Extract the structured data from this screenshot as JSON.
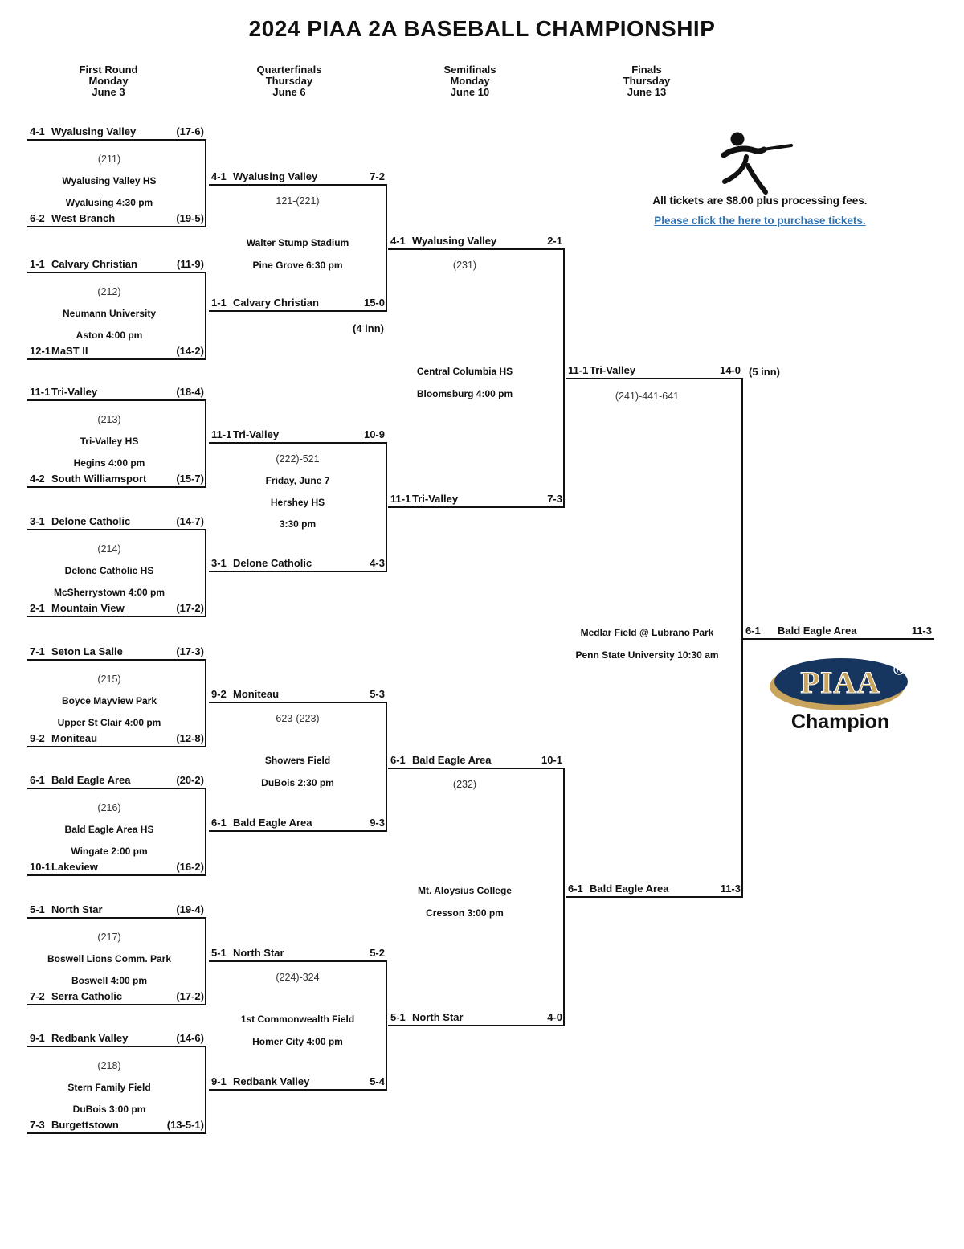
{
  "title": "2024 PIAA 2A BASEBALL CHAMPIONSHIP",
  "rounds": [
    {
      "label": "First Round",
      "day": "Monday",
      "date": "June 3"
    },
    {
      "label": "Quarterfinals",
      "day": "Thursday",
      "date": "June 6"
    },
    {
      "label": "Semifinals",
      "day": "Monday",
      "date": "June 10"
    },
    {
      "label": "Finals",
      "day": "Thursday",
      "date": "June 13"
    }
  ],
  "tickets": {
    "icon": "baseball-batter-icon",
    "info": "All tickets are $8.00 plus processing fees.",
    "link": "Please click the here to purchase tickets.",
    "link_color": "#2E74B5"
  },
  "first_round": {
    "g211": {
      "label": "(211)",
      "venue": "Wyalusing Valley HS",
      "when": "Wyalusing 4:30 pm",
      "top": {
        "seed": "4-1",
        "name": "Wyalusing Valley",
        "record": "(17-6)"
      },
      "bottom": {
        "seed": "6-2",
        "name": "West Branch",
        "record": "(19-5)"
      }
    },
    "g212": {
      "label": "(212)",
      "venue": "Neumann University",
      "when": "Aston 4:00 pm",
      "top": {
        "seed": "1-1",
        "name": "Calvary Christian",
        "record": "(11-9)"
      },
      "bottom": {
        "seed": "12-1",
        "name": "MaST II",
        "record": "(14-2)"
      }
    },
    "g213": {
      "label": "(213)",
      "venue": "Tri-Valley HS",
      "when": "Hegins 4:00 pm",
      "top": {
        "seed": "11-1",
        "name": "Tri-Valley",
        "record": "(18-4)"
      },
      "bottom": {
        "seed": "4-2",
        "name": "South Williamsport",
        "record": "(15-7)"
      }
    },
    "g214": {
      "label": "(214)",
      "venue": "Delone Catholic HS",
      "when": "McSherrystown 4:00 pm",
      "top": {
        "seed": "3-1",
        "name": "Delone Catholic",
        "record": "(14-7)"
      },
      "bottom": {
        "seed": "2-1",
        "name": "Mountain View",
        "record": "(17-2)"
      }
    },
    "g215": {
      "label": "(215)",
      "venue": "Boyce Mayview Park",
      "when": "Upper St Clair 4:00 pm",
      "top": {
        "seed": "7-1",
        "name": "Seton La Salle",
        "record": "(17-3)"
      },
      "bottom": {
        "seed": "9-2",
        "name": "Moniteau",
        "record": "(12-8)"
      }
    },
    "g216": {
      "label": "(216)",
      "venue": "Bald Eagle Area HS",
      "when": "Wingate 2:00 pm",
      "top": {
        "seed": "6-1",
        "name": "Bald Eagle Area",
        "record": "(20-2)"
      },
      "bottom": {
        "seed": "10-1",
        "name": "Lakeview",
        "record": "(16-2)"
      }
    },
    "g217": {
      "label": "(217)",
      "venue": "Boswell Lions Comm. Park",
      "when": "Boswell 4:00 pm",
      "top": {
        "seed": "5-1",
        "name": "North Star",
        "record": "(19-4)"
      },
      "bottom": {
        "seed": "7-2",
        "name": "Serra Catholic",
        "record": "(17-2)"
      }
    },
    "g218": {
      "label": "(218)",
      "venue": "Stern Family Field",
      "when": "DuBois  3:00 pm",
      "top": {
        "seed": "9-1",
        "name": "Redbank Valley",
        "record": "(14-6)"
      },
      "bottom": {
        "seed": "7-3",
        "name": "Burgettstown",
        "record": "(13-5-1)"
      }
    }
  },
  "quarterfinals": {
    "g221": {
      "label": "121-(221)",
      "venue": "Walter Stump Stadium",
      "when": "Pine Grove 6:30 pm",
      "top": {
        "seed": "4-1",
        "name": "Wyalusing Valley",
        "score": "7-2"
      },
      "bottom": {
        "seed": "1-1",
        "name": "Calvary Christian",
        "score": "15-0",
        "note": "(4 inn)"
      }
    },
    "g222": {
      "label": "(222)-521",
      "date": "Friday, June 7",
      "venue": "Hershey HS",
      "when": "3:30 pm",
      "top": {
        "seed": "11-1",
        "name": "Tri-Valley",
        "score": "10-9"
      },
      "bottom": {
        "seed": "3-1",
        "name": "Delone Catholic",
        "score": "4-3"
      }
    },
    "g223": {
      "label": "623-(223)",
      "venue": "Showers Field",
      "when": "DuBois 2:30 pm",
      "top": {
        "seed": "9-2",
        "name": "Moniteau",
        "score": "5-3"
      },
      "bottom": {
        "seed": "6-1",
        "name": "Bald Eagle Area",
        "score": "9-3"
      }
    },
    "g224": {
      "label": "(224)-324",
      "venue": "1st Commonwealth Field",
      "when": "Homer City 4:00 pm",
      "top": {
        "seed": "5-1",
        "name": "North Star",
        "score": "5-2"
      },
      "bottom": {
        "seed": "9-1",
        "name": "Redbank Valley",
        "score": "5-4"
      }
    }
  },
  "semifinals": {
    "g231": {
      "label": "(231)",
      "venue": "Central Columbia HS",
      "when": "Bloomsburg 4:00 pm",
      "top": {
        "seed": "4-1",
        "name": "Wyalusing Valley",
        "score": "2-1"
      },
      "bottom": {
        "seed": "11-1",
        "name": "Tri-Valley",
        "score": "7-3"
      }
    },
    "g232": {
      "label": "(232)",
      "venue": "Mt. Aloysius College",
      "when": "Cresson 3:00 pm",
      "top": {
        "seed": "6-1",
        "name": "Bald Eagle Area",
        "score": "10-1"
      },
      "bottom": {
        "seed": "5-1",
        "name": "North Star",
        "score": "4-0"
      }
    }
  },
  "finals": {
    "g241": {
      "label": "(241)-441-641",
      "venue": "Medlar Field @ Lubrano Park",
      "when": "Penn State University 10:30 am",
      "top": {
        "seed": "11-1",
        "name": "Tri-Valley",
        "score": "14-0",
        "note": "(5 inn)"
      },
      "bottom": {
        "seed": "6-1",
        "name": "Bald Eagle Area",
        "score": "11-3"
      }
    }
  },
  "champion": {
    "seed": "6-1",
    "name": "Bald Eagle Area",
    "score": "11-3",
    "caption": "Champion"
  },
  "logo": {
    "text": "PIAA",
    "registered": "R",
    "navy": "#16355F",
    "gold": "#C8A45C"
  }
}
